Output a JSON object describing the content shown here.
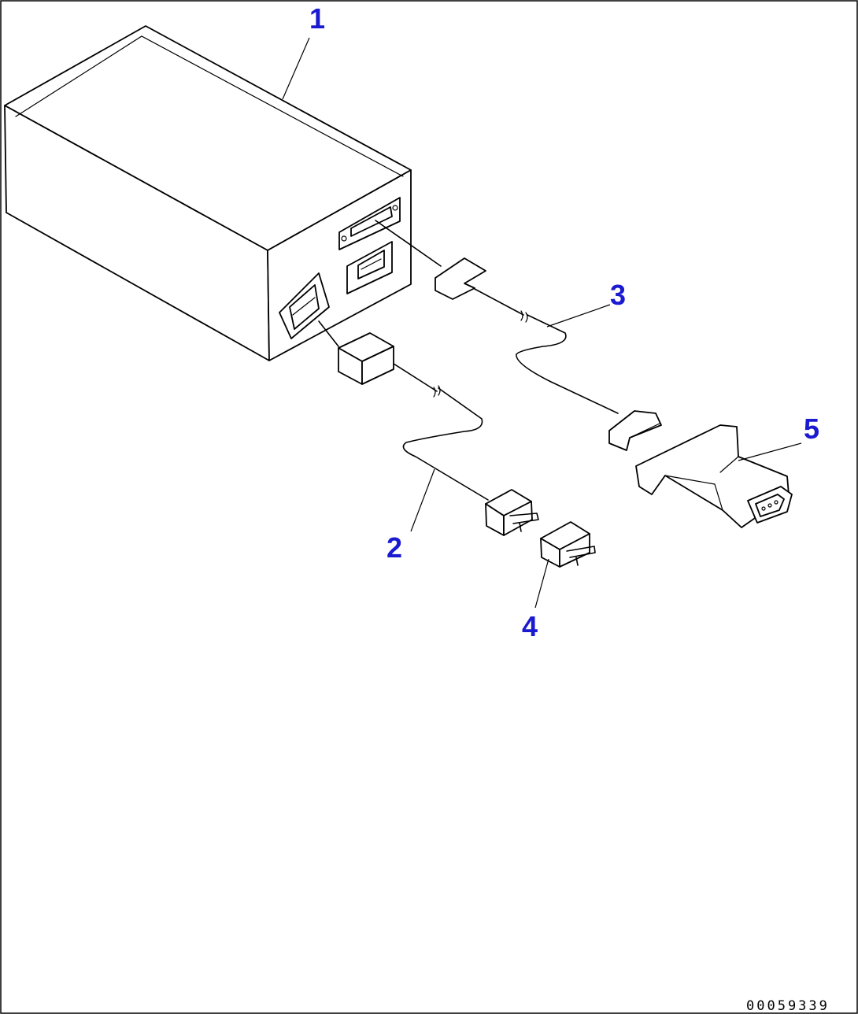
{
  "callouts": [
    {
      "id": "1",
      "label": "1"
    },
    {
      "id": "2",
      "label": "2"
    },
    {
      "id": "3",
      "label": "3"
    },
    {
      "id": "4",
      "label": "4"
    },
    {
      "id": "5",
      "label": "5"
    }
  ],
  "drawing_number": "00059339",
  "colors": {
    "callout": "#1a1ad0",
    "line": "#000000",
    "background": "#ffffff"
  }
}
